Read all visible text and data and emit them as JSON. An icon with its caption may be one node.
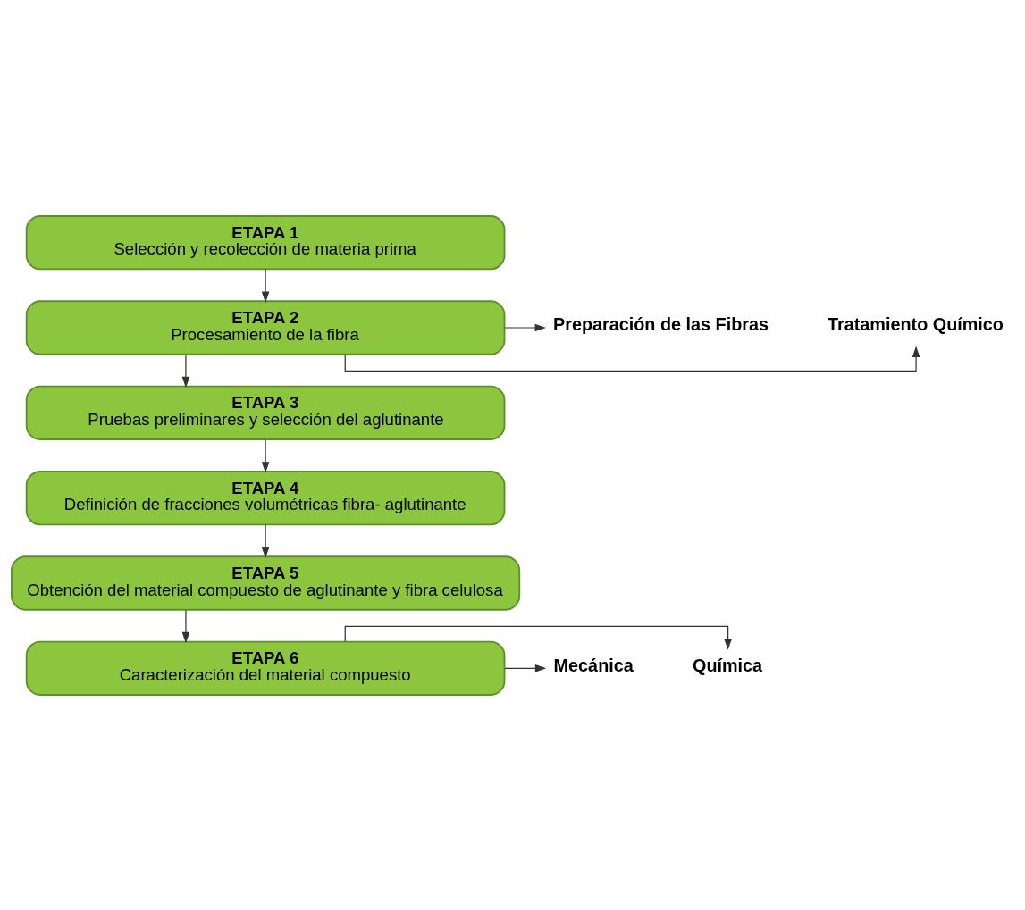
{
  "diagram": {
    "nodes": [
      {
        "text": [
          "ETAPA 1",
          "Selección y recolección de materia prima"
        ]
      },
      {
        "text": [
          "ETAPA 2",
          "Procesamiento de la fibra"
        ]
      },
      {
        "text": [
          "ETAPA 3",
          "Pruebas preliminares y selección del aglutinante"
        ]
      },
      {
        "text": [
          "ETAPA 4",
          "Definición de fracciones volumétricas fibra- aglutinante"
        ]
      },
      {
        "text": [
          "ETAPA 5",
          "Obtención del material compuesto de aglutinante y fibra celulosa"
        ]
      },
      {
        "text": [
          "ETAPA 6",
          "Caracterización del material compuesto"
        ]
      },
      {
        "text": [
          "Preparación de las Fibras"
        ]
      },
      {
        "text": [
          "Tratamiento Químico"
        ]
      },
      {
        "text": [
          "Mecánica"
        ]
      },
      {
        "text": [
          "Química"
        ]
      }
    ],
    "edges": [
      {
        "from": 0,
        "to": 1,
        "arrow": "to"
      },
      {
        "from": 1,
        "to": 6,
        "arrow": "to"
      },
      {
        "from": 1,
        "to": 7,
        "arrow": "to"
      },
      {
        "from": 1,
        "to": 2,
        "arrow": "to"
      },
      {
        "from": 2,
        "to": 3,
        "arrow": "to"
      },
      {
        "from": 3,
        "to": 4,
        "arrow": "to"
      },
      {
        "from": 4,
        "to": 5,
        "arrow": "to"
      },
      {
        "from": 5,
        "to": 8,
        "arrow": "to"
      },
      {
        "from": 5,
        "to": 9,
        "arrow": "to"
      }
    ]
  }
}
